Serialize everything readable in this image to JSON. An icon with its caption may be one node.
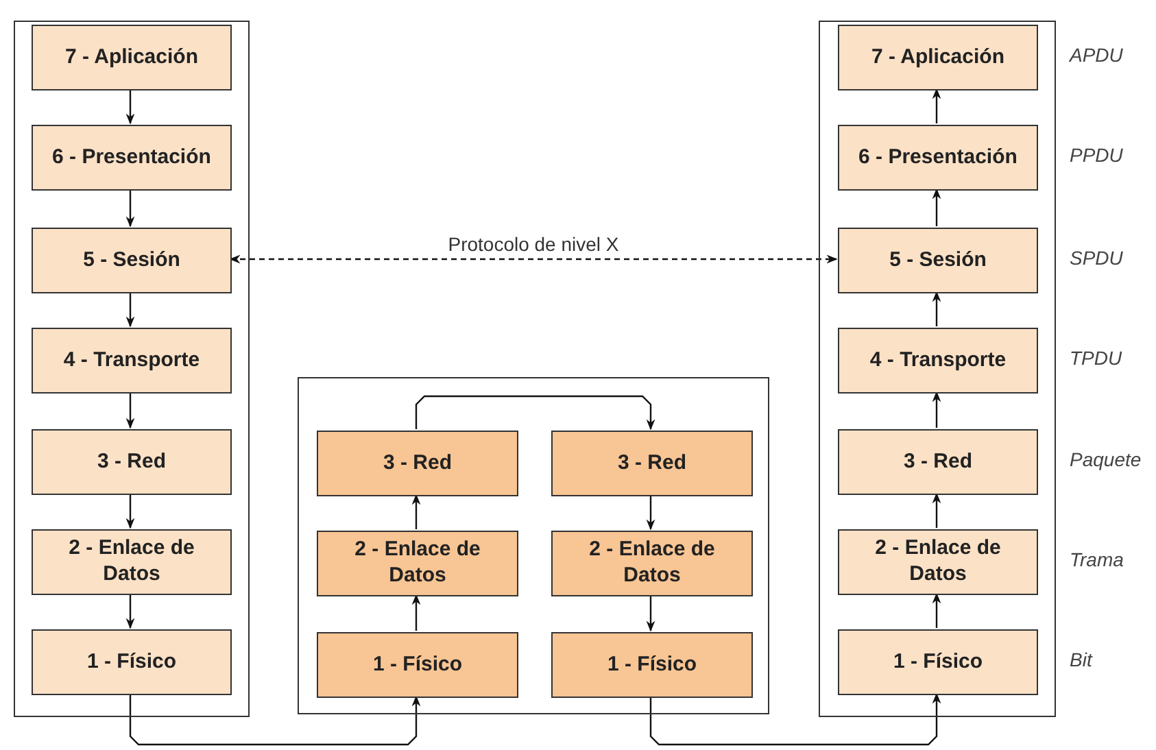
{
  "diagram": {
    "nodes": [
      {
        "text": [],
        "shape": "box"
      },
      {
        "text": [
          "7 - Aplicación"
        ],
        "in": 0
      },
      {
        "text": [
          "6 - Presentación"
        ],
        "in": 0
      },
      {
        "text": [
          "5 - Sesión"
        ],
        "in": 0
      },
      {
        "text": [
          "4 - Transporte"
        ],
        "in": 0
      },
      {
        "text": [
          "3 - Red"
        ],
        "in": 0
      },
      {
        "text": [
          "2 - Enlace de Datos"
        ],
        "in": 0
      },
      {
        "text": [
          "1 - Físico"
        ],
        "in": 0
      },
      {
        "text": [],
        "shape": "box"
      },
      {
        "text": [
          "3 - Red"
        ],
        "in": 8
      },
      {
        "text": [
          "3 - Red"
        ],
        "in": 8
      },
      {
        "text": [
          "2 - Enlace de Datos"
        ],
        "in": 8
      },
      {
        "text": [
          "2 - Enlace de Datos"
        ],
        "in": 8
      },
      {
        "text": [
          "1 - Físico"
        ],
        "in": 8
      },
      {
        "text": [
          "1 - Físico"
        ],
        "in": 8
      },
      {
        "text": [],
        "shape": "box"
      },
      {
        "text": [
          "7 - Aplicación"
        ],
        "in": 15,
        "beside": [
          "APDU"
        ]
      },
      {
        "text": [
          "6 - Presentación"
        ],
        "in": 15,
        "beside": [
          "PPDU"
        ]
      },
      {
        "text": [
          "5 - Sesión"
        ],
        "in": 15,
        "beside": [
          "SPDU"
        ]
      },
      {
        "text": [
          "4 - Transporte"
        ],
        "in": 15,
        "beside": [
          "TPDU"
        ]
      },
      {
        "text": [
          "3 - Red"
        ],
        "in": 15,
        "beside": [
          "Paquete"
        ]
      },
      {
        "text": [
          "2 - Enlace de Datos"
        ],
        "in": 15,
        "beside": [
          "Trama"
        ]
      },
      {
        "text": [
          "1 - Físico"
        ],
        "in": 15,
        "beside": [
          "Bit"
        ]
      }
    ],
    "edges": [
      {
        "from": 1,
        "to": 2,
        "arrow": "to"
      },
      {
        "from": 2,
        "to": 3,
        "arrow": "to"
      },
      {
        "from": 3,
        "to": 4,
        "arrow": "to"
      },
      {
        "from": 4,
        "to": 5,
        "arrow": "to"
      },
      {
        "from": 5,
        "to": 6,
        "arrow": "to"
      },
      {
        "from": 6,
        "to": 7,
        "arrow": "to"
      },
      {
        "from": 7,
        "to": 13,
        "arrow": "to"
      },
      {
        "from": 13,
        "to": 11,
        "arrow": "to"
      },
      {
        "from": 11,
        "to": 9,
        "arrow": "to"
      },
      {
        "from": 9,
        "to": 10,
        "arrow": "to"
      },
      {
        "from": 10,
        "to": 12,
        "arrow": "to"
      },
      {
        "from": 12,
        "to": 14,
        "arrow": "to"
      },
      {
        "from": 14,
        "to": 22,
        "arrow": "to"
      },
      {
        "from": 22,
        "to": 21,
        "arrow": "to"
      },
      {
        "from": 21,
        "to": 20,
        "arrow": "to"
      },
      {
        "from": 20,
        "to": 19,
        "arrow": "to"
      },
      {
        "from": 19,
        "to": 18,
        "arrow": "to"
      },
      {
        "from": 18,
        "to": 17,
        "arrow": "to"
      },
      {
        "from": 17,
        "to": 16,
        "arrow": "to"
      },
      {
        "from": 3,
        "to": 18,
        "arrow": "both",
        "style": "dashed",
        "label": "Protocolo de nivel X"
      }
    ]
  }
}
